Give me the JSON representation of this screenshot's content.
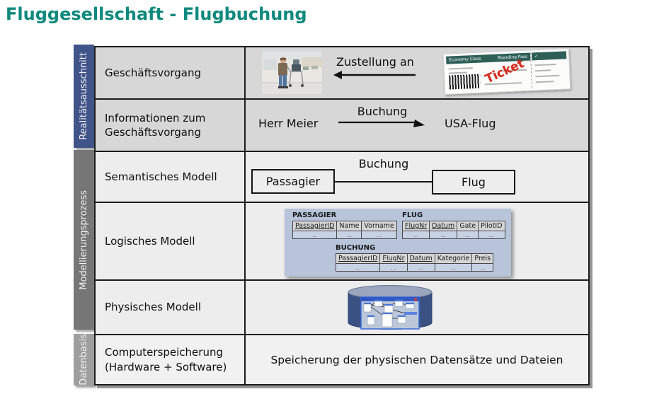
{
  "title": "Fluggesellschaft - Flugbuchung",
  "sidebars": {
    "reality": "Realitätsausschnitt",
    "modeling": "Modellierungsprozess",
    "database": "Datenbasis"
  },
  "row_labels": {
    "business": "Geschäftsvorgang",
    "information": "Informationen zum Geschäftsvorgang",
    "semantic": "Semantisches Modell",
    "logical": "Logisches Modell",
    "physical": "Physisches Modell",
    "storage": "Computerspeicherung (Hardware + Software)"
  },
  "business_row": {
    "arrow_label": "Zustellung an",
    "ticket": {
      "class_label": "Economy Class",
      "pass_label": "Boarding Pass",
      "stamp": "Ticket"
    }
  },
  "information_row": {
    "subject": "Herr Meier",
    "arrow_label": "Buchung",
    "object": "USA-Flug"
  },
  "semantic_row": {
    "entity_left": "Passagier",
    "relation": "Buchung",
    "entity_right": "Flug"
  },
  "logical_row": {
    "tables": [
      {
        "name": "PASSAGIER",
        "columns": [
          "PassagierID",
          "Name",
          "Vorname"
        ],
        "values": [
          "...",
          "...",
          "..."
        ]
      },
      {
        "name": "FLUG",
        "columns": [
          "FlugNr",
          "Datum",
          "Gate",
          "PilotID"
        ],
        "values": [
          "...",
          "...",
          "...",
          "..."
        ]
      },
      {
        "name": "BUCHUNG",
        "columns": [
          "PassagierID",
          "FlugNr",
          "Datum",
          "Kategorie",
          "Preis"
        ],
        "values": [
          "...",
          "...",
          "...",
          "...",
          "..."
        ]
      }
    ]
  },
  "storage_row": {
    "text": "Speicherung der physischen Datensätze und Dateien"
  },
  "colors": {
    "title_teal": "#0e897d",
    "bar_reality_blue": "#41548a",
    "bar_modeling_gray": "#767676",
    "bar_database_gray": "#9e9e9e",
    "row_upper_gray": "#d7d7d7",
    "row_lower_gray": "#ededed",
    "panel_blue": "#b7c4da",
    "table_data_blue": "#c7d2e4",
    "ticket_teal": "#2e5f57",
    "stamp_red": "#d42b1e",
    "cylinder_blue": "#3a5183"
  }
}
